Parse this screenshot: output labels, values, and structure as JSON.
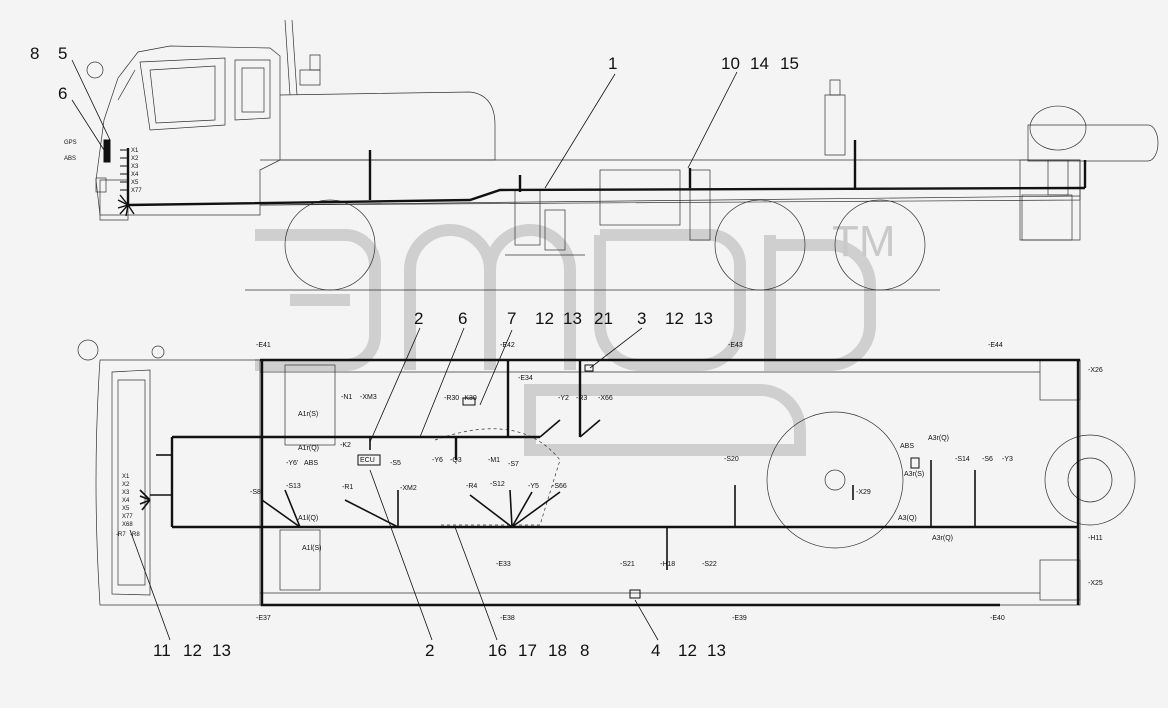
{
  "watermark": {
    "tm": "TM"
  },
  "callouts": [
    {
      "id": "c8a",
      "text": "8"
    },
    {
      "id": "c5",
      "text": "5"
    },
    {
      "id": "c6a",
      "text": "6"
    },
    {
      "id": "c1",
      "text": "1"
    },
    {
      "id": "c10",
      "text": "10"
    },
    {
      "id": "c14",
      "text": "14"
    },
    {
      "id": "c15",
      "text": "15"
    },
    {
      "id": "c2a",
      "text": "2"
    },
    {
      "id": "c6b",
      "text": "6"
    },
    {
      "id": "c7",
      "text": "7"
    },
    {
      "id": "c12a",
      "text": "12"
    },
    {
      "id": "c13a",
      "text": "13"
    },
    {
      "id": "c21",
      "text": "21"
    },
    {
      "id": "c3",
      "text": "3"
    },
    {
      "id": "c12b",
      "text": "12"
    },
    {
      "id": "c13b",
      "text": "13"
    },
    {
      "id": "c11",
      "text": "11"
    },
    {
      "id": "c12c",
      "text": "12"
    },
    {
      "id": "c13c",
      "text": "13"
    },
    {
      "id": "c2b",
      "text": "2"
    },
    {
      "id": "c16",
      "text": "16"
    },
    {
      "id": "c17",
      "text": "17"
    },
    {
      "id": "c18",
      "text": "18"
    },
    {
      "id": "c8b",
      "text": "8"
    },
    {
      "id": "c4",
      "text": "4"
    },
    {
      "id": "c12d",
      "text": "12"
    },
    {
      "id": "c13d",
      "text": "13"
    }
  ],
  "side_labels": {
    "gps": "GPS",
    "abs": "ABS",
    "connectors": [
      "X1",
      "X2",
      "X3",
      "X4",
      "X5",
      "X77"
    ]
  },
  "top_labels": {
    "connectors": [
      "X1",
      "X2",
      "X3",
      "X4",
      "X5",
      "X77",
      "X68"
    ],
    "r7": "-R7",
    "r8": "-R8",
    "e41": "-E41",
    "e42": "-E42",
    "e43": "-E43",
    "e44": "-E44",
    "e34": "-E34",
    "e33": "-E33",
    "e38": "-E38",
    "e37": "-E37",
    "e39": "-E39",
    "e40": "-E40",
    "n1": "-N1",
    "xm3": "-XM3",
    "a1rs": "A1r(S)",
    "a1rq": "A1r(Q)",
    "k2": "-K2",
    "r30": "-R30",
    "k30": "-K30",
    "y2": "-Y2",
    "r3": "-R3",
    "x66": "-X66",
    "y6p": "-Y6'",
    "abs1": "ABS",
    "ecu": "ECU",
    "s5": "-S5",
    "y6": "-Y6",
    "q3": "-Q3",
    "m1": "-M1",
    "s7": "-S7",
    "s8": "-S8",
    "s13": "-S13",
    "a1lq": "A1l(Q)",
    "a1ls": "A1l(S)",
    "r1": "-R1",
    "xm2": "-XM2",
    "r4": "-R4",
    "s12": "-S12",
    "y5": "-Y5",
    "s66": "-S66",
    "s20": "-S20",
    "x29": "-X29",
    "abs3": "ABS",
    "a3rq": "A3r(Q)",
    "a3rs": "A3r(S)",
    "a3q": "A3(Q)",
    "s14": "-S14",
    "s6": "-S6",
    "y3": "-Y3",
    "x26": "-X26",
    "h11": "-H11",
    "x25": "-X25",
    "s21": "-S21",
    "h18": "-H18",
    "s22": "-S22"
  }
}
